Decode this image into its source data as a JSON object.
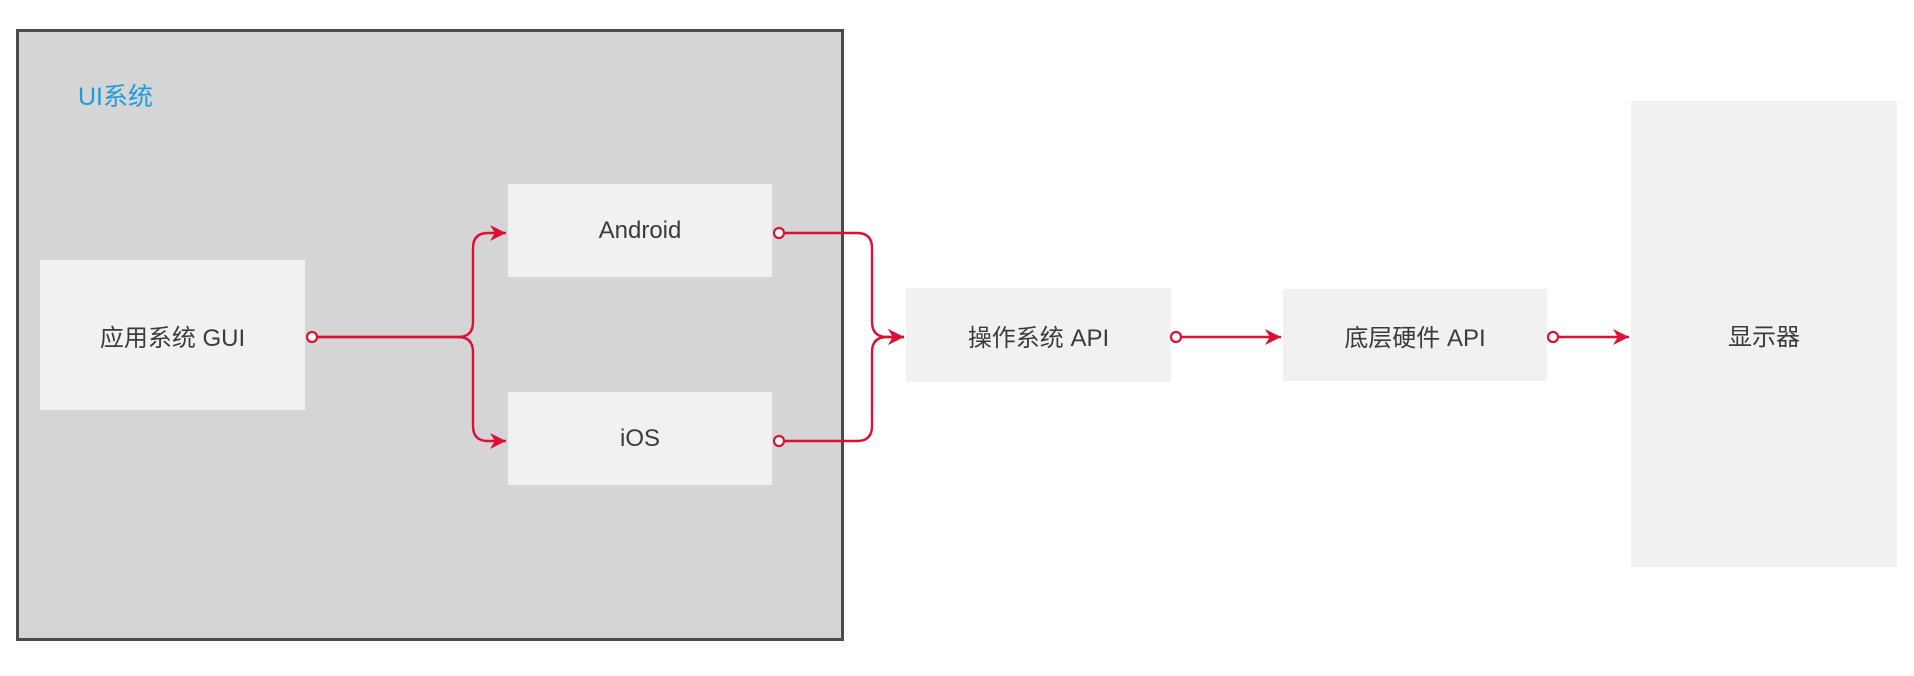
{
  "diagram": {
    "container": {
      "label": "UI系统"
    },
    "nodes": {
      "gui": {
        "label": "应用系统 GUI"
      },
      "android": {
        "label": "Android"
      },
      "ios": {
        "label": "iOS"
      },
      "os_api": {
        "label": "操作系统 API"
      },
      "hw_api": {
        "label": "底层硬件 API"
      },
      "display": {
        "label": "显示器"
      }
    },
    "connections": [
      {
        "from": "应用系统 GUI",
        "to": "Android"
      },
      {
        "from": "应用系统 GUI",
        "to": "iOS"
      },
      {
        "from": "Android",
        "to": "操作系统 API"
      },
      {
        "from": "iOS",
        "to": "操作系统 API"
      },
      {
        "from": "操作系统 API",
        "to": "底层硬件 API"
      },
      {
        "from": "底层硬件 API",
        "to": "显示器"
      }
    ],
    "colors": {
      "connector_red": "#dc1135",
      "container_label_blue": "#1f9cd7",
      "container_fill": "#d5d5d5",
      "container_border": "#4a4a4a",
      "node_fill": "#f1f1f1",
      "node_text": "#3b3b3b",
      "background": "#ffffff"
    }
  }
}
